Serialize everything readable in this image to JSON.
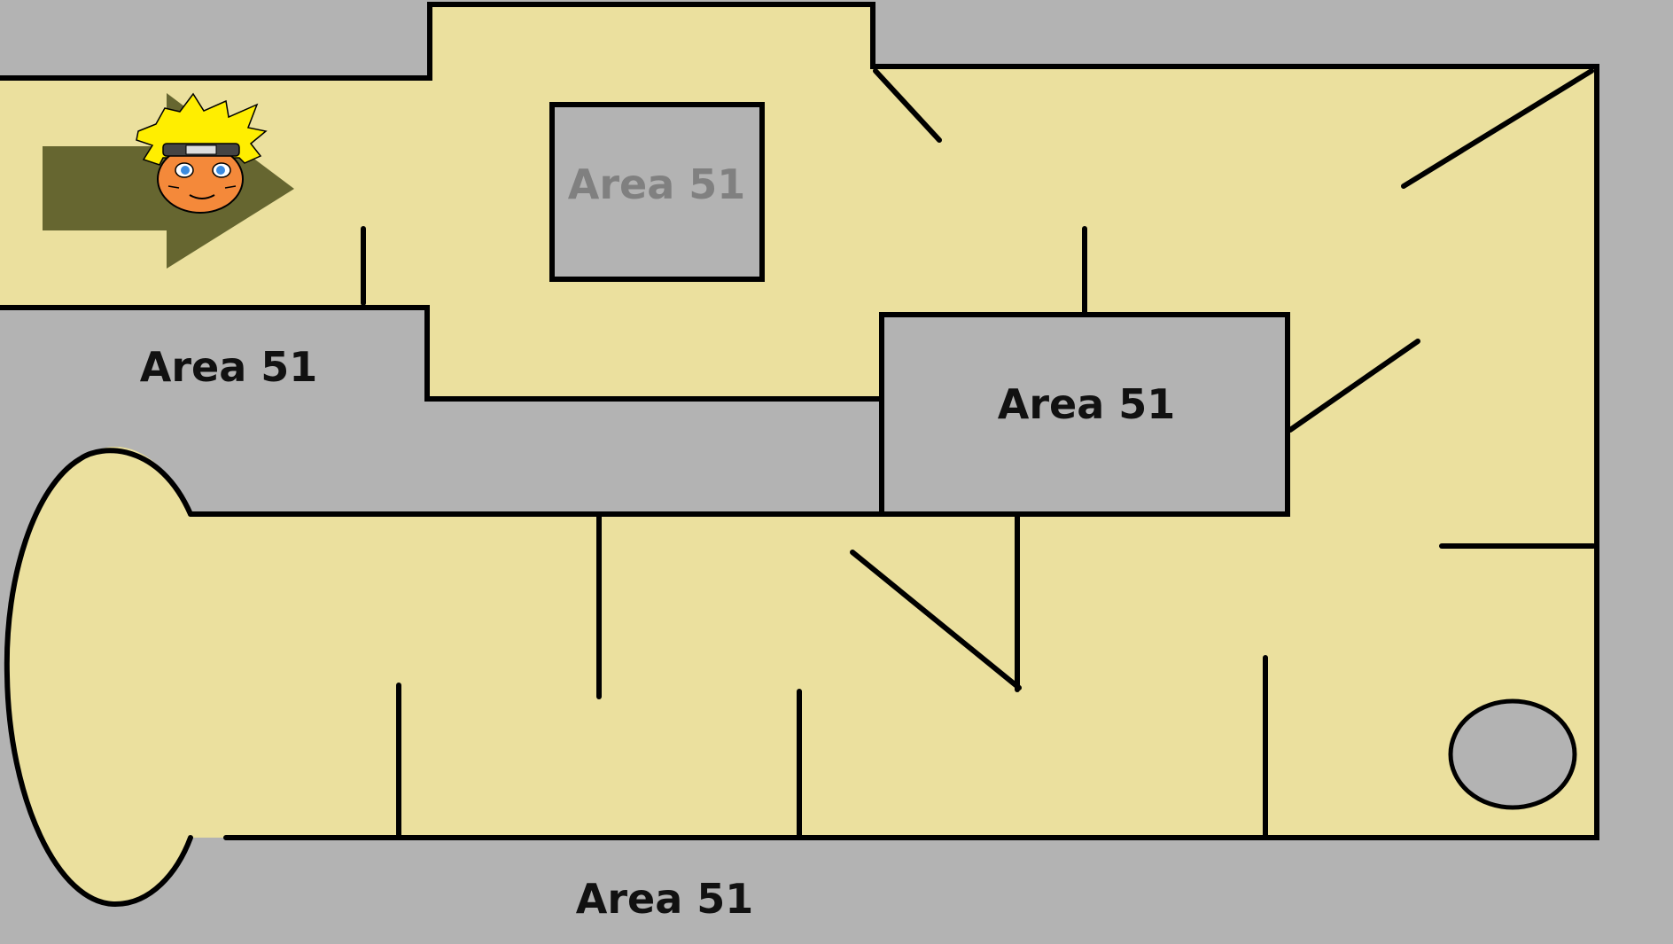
{
  "map": {
    "colors": {
      "background": "#b3b3b3",
      "floor": "#ebe09e",
      "wall": "#000000",
      "arrow": "#666630",
      "label_dark": "#111111",
      "label_muted": "#808080"
    },
    "labels": {
      "inner_room": "Area 51",
      "left_block": "Area 51",
      "center_block": "Area 51",
      "bottom": "Area 51"
    },
    "player": {
      "character": "spiky-haired ninja avatar",
      "facing": "right"
    },
    "start_arrow": {
      "direction": "right"
    }
  }
}
